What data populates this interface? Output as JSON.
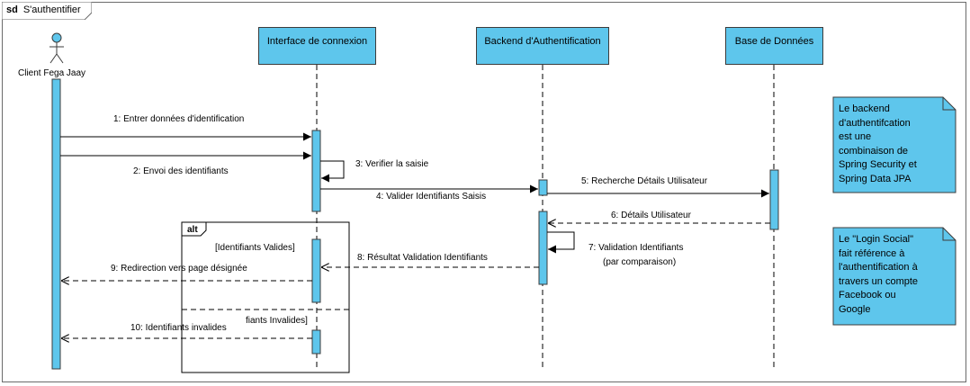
{
  "frame": {
    "keyword": "sd",
    "name": "S'authentifier"
  },
  "actor": {
    "name": "Client Fega Jaay",
    "icon": "stick-figure-icon"
  },
  "lifelines": [
    {
      "name": "Interface de connexion"
    },
    {
      "name": "Backend d'Authentification"
    },
    {
      "name": "Base de Données"
    }
  ],
  "messages": {
    "m1": "1: Entrer données d'identification",
    "m2": "2: Envoi des identifiants",
    "m3": "3: Verifier la saisie",
    "m4": "4: Valider Identifiants Saisis",
    "m5": "5: Recherche Détails Utilisateur",
    "m6": "6: Détails Utilisateur",
    "m7a": "7: Validation Identifiants",
    "m7b": "(par comparaison)",
    "m8": "8: Résultat Validation Identifiants",
    "m9": "9: Redirection vers page désignée",
    "m10": "10: Identifiants invalides"
  },
  "alt": {
    "label": "alt",
    "guard_valid": "[Identifiants Valides]",
    "guard_invalid": "fiants Invalides]"
  },
  "notes": {
    "backend": "Le backend\nd'authentifcation\nest une\ncombinaison de\nSpring Security et\nSpring Data JPA",
    "social": "Le \"Login Social\"\nfait référence à\nl'authentification à\ntravers un compte\nFacebook ou\nGoogle"
  },
  "colors": {
    "fill": "#5ec6ec",
    "line": "#3c3c3c"
  }
}
